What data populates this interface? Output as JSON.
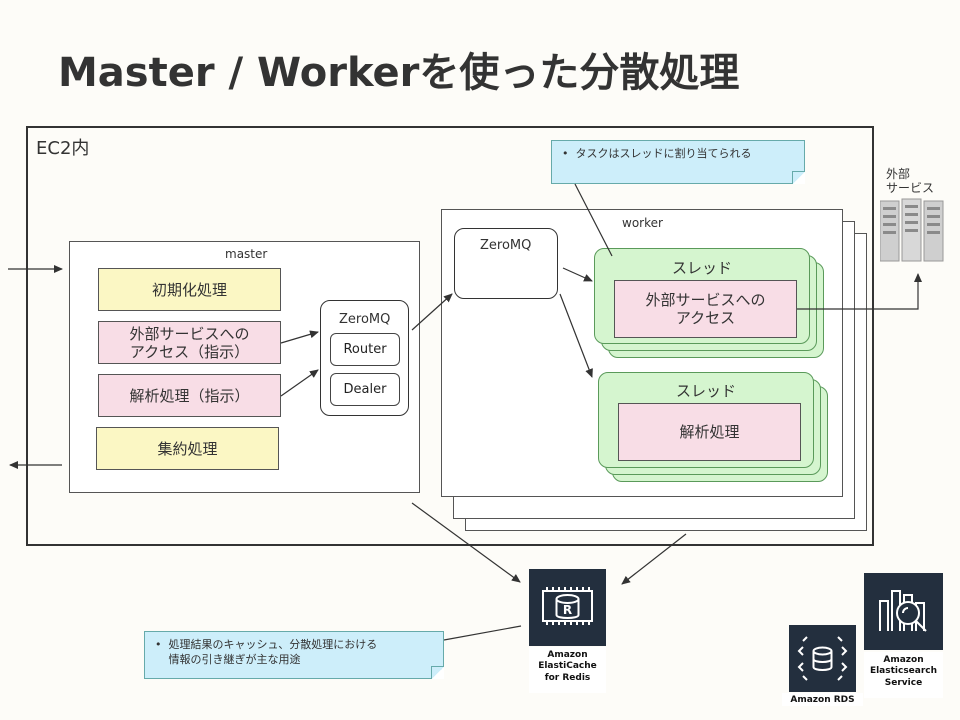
{
  "title": "Master / Workerを使った分散処理",
  "ec2_label": "EC2内",
  "master": {
    "label": "master",
    "blocks": [
      "初期化処理",
      "外部サービスへの\nアクセス（指示）",
      "解析処理（指示）",
      "集約処理"
    ],
    "zeromq": {
      "label": "ZeroMQ",
      "router": "Router",
      "dealer": "Dealer"
    }
  },
  "worker": {
    "label": "worker",
    "zeromq": "ZeroMQ",
    "thread1": {
      "label": "スレッド",
      "task": "外部サービスへの\nアクセス"
    },
    "thread2": {
      "label": "スレッド",
      "task": "解析処理"
    }
  },
  "external": {
    "label": "外部\nサービス"
  },
  "notes": {
    "tasks": "タスクはスレッドに割り当てられる",
    "cache": "処理結果のキャッシュ、分散処理における\n情報の引き継ぎが主な用途"
  },
  "aws": {
    "elasticache": "Amazon\nElastiCache\nfor Redis",
    "rds": "Amazon RDS",
    "elasticsearch": "Amazon\nElasticsearch\nService"
  },
  "colors": {
    "block_yellow": "#fbf7c4",
    "block_pink": "#f8dde6",
    "thread_green": "#d5f5cf",
    "note_blue": "#cdeefa",
    "aws_dark": "#232f3e"
  }
}
